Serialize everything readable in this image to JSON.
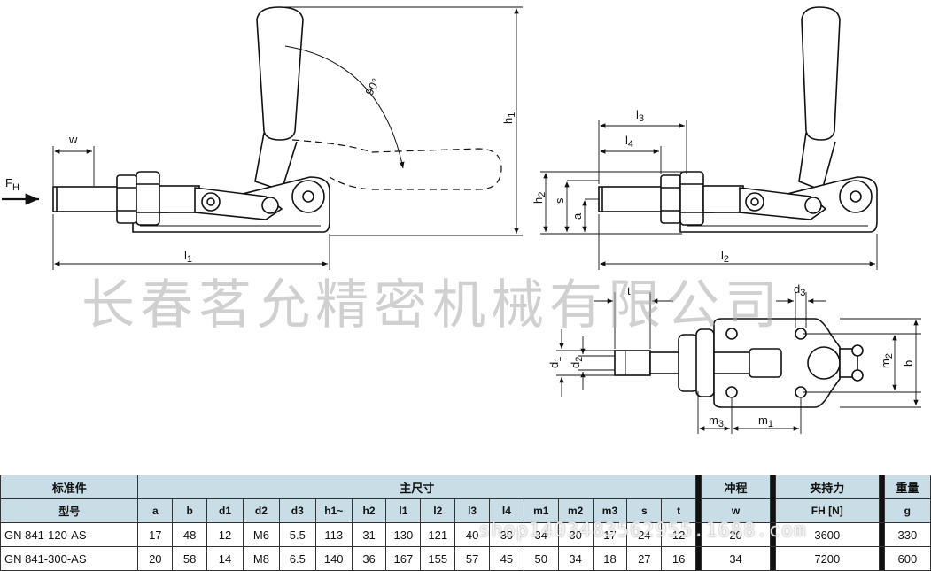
{
  "drawing": {
    "side_view_left": {
      "angle_label": "90°",
      "force_label": "F",
      "force_sub": "H",
      "labels": {
        "w": "w",
        "l1": "l",
        "l1_sub": "1",
        "h1": "h",
        "h1_sub": "1"
      }
    },
    "side_view_right": {
      "labels": {
        "l3": "l",
        "l3_sub": "3",
        "l4": "l",
        "l4_sub": "4",
        "h2": "h",
        "h2_sub": "2",
        "s": "s",
        "a": "a",
        "l2": "l",
        "l2_sub": "2"
      }
    },
    "top_view": {
      "labels": {
        "t": "t",
        "d3": "d",
        "d3_sub": "3",
        "d1": "d",
        "d1_sub": "1",
        "d2": "d",
        "d2_sub": "2",
        "m2": "m",
        "m2_sub": "2",
        "b": "b",
        "m3": "m",
        "m3_sub": "3",
        "m1": "m",
        "m1_sub": "1"
      }
    }
  },
  "watermark": "长春茗允精密机械有限公司",
  "overlay_text": "shop1403483562955.1688.com",
  "table": {
    "header": {
      "standard": "标准件",
      "main_dims": "主尺寸",
      "stroke": "冲程",
      "clamp_force": "夹持力",
      "weight": "重量"
    },
    "subheader": {
      "model": "型号",
      "columns": [
        "a",
        "b",
        "d1",
        "d2",
        "d3",
        "h1~",
        "h2",
        "l1",
        "l2",
        "l3",
        "l4",
        "m1",
        "m2",
        "m3",
        "s",
        "t"
      ],
      "stroke": "w",
      "clamp_force": "FH [N]",
      "weight": "g"
    },
    "rows": [
      {
        "model": "GN 841-120-AS",
        "values": [
          "17",
          "48",
          "12",
          "M6",
          "5.5",
          "113",
          "31",
          "130",
          "121",
          "40",
          "30",
          "34",
          "30",
          "17",
          "24",
          "12"
        ],
        "stroke": "20",
        "clamp_force": "3600",
        "weight": "330"
      },
      {
        "model": "GN 841-300-AS",
        "values": [
          "20",
          "58",
          "14",
          "M8",
          "6.5",
          "140",
          "36",
          "167",
          "155",
          "57",
          "45",
          "50",
          "34",
          "18",
          "27",
          "16"
        ],
        "stroke": "34",
        "clamp_force": "7200",
        "weight": "600"
      }
    ]
  }
}
